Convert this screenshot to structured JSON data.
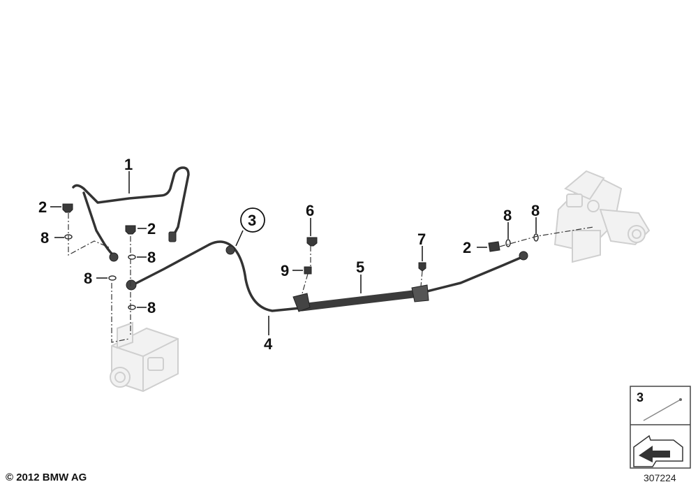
{
  "callouts": [
    {
      "id": "1",
      "text": "1"
    },
    {
      "id": "2a",
      "text": "2"
    },
    {
      "id": "2b",
      "text": "2"
    },
    {
      "id": "2c",
      "text": "2"
    },
    {
      "id": "3",
      "text": "3"
    },
    {
      "id": "4",
      "text": "4"
    },
    {
      "id": "5",
      "text": "5"
    },
    {
      "id": "6",
      "text": "6"
    },
    {
      "id": "7",
      "text": "7"
    },
    {
      "id": "8a",
      "text": "8"
    },
    {
      "id": "8b",
      "text": "8"
    },
    {
      "id": "8c",
      "text": "8"
    },
    {
      "id": "8d",
      "text": "8"
    },
    {
      "id": "8e",
      "text": "8"
    },
    {
      "id": "8f",
      "text": "8"
    },
    {
      "id": "9",
      "text": "9"
    }
  ],
  "inset": {
    "label": "3"
  },
  "footer": {
    "copyright": "© 2012 BMW AG",
    "image_number": "307224"
  },
  "colors": {
    "line": "#333333",
    "hose": "#555555",
    "ghost": "#d6d6d6"
  }
}
